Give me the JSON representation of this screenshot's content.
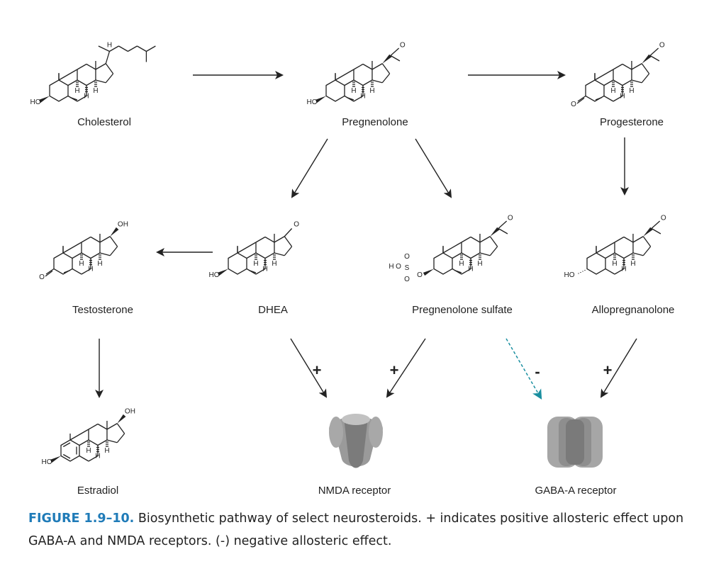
{
  "molecules": {
    "cholesterol": "Cholesterol",
    "pregnenolone": "Pregnenolone",
    "progesterone": "Progesterone",
    "testosterone": "Testosterone",
    "dhea": "DHEA",
    "pregnenolone_sulfate": "Pregnenolone sulfate",
    "allopregnanolone": "Allopregnanolone",
    "estradiol": "Estradiol"
  },
  "receptors": {
    "nmda": "NMDA receptor",
    "gaba_a": "GABA-A receptor"
  },
  "effects": {
    "dhea_nmda": "+",
    "preg_sulfate_nmda": "+",
    "preg_sulfate_gaba": "-",
    "allo_gaba": "+"
  },
  "atoms": {
    "ho": "HO",
    "oh": "OH",
    "o": "O",
    "h": "H",
    "s": "S"
  },
  "caption": {
    "figure_label": "FIGURE 1.9–10.",
    "text": " Biosynthetic pathway of select neurosteroids. + indicates positive allosteric effect upon GABA-A and NMDA receptors. (-) negative allosteric effect."
  },
  "colors": {
    "caption_label": "#1f7bb8",
    "inhibitory_arrow": "#1a8fa0",
    "receptor_gray": "#8c8c8c"
  }
}
